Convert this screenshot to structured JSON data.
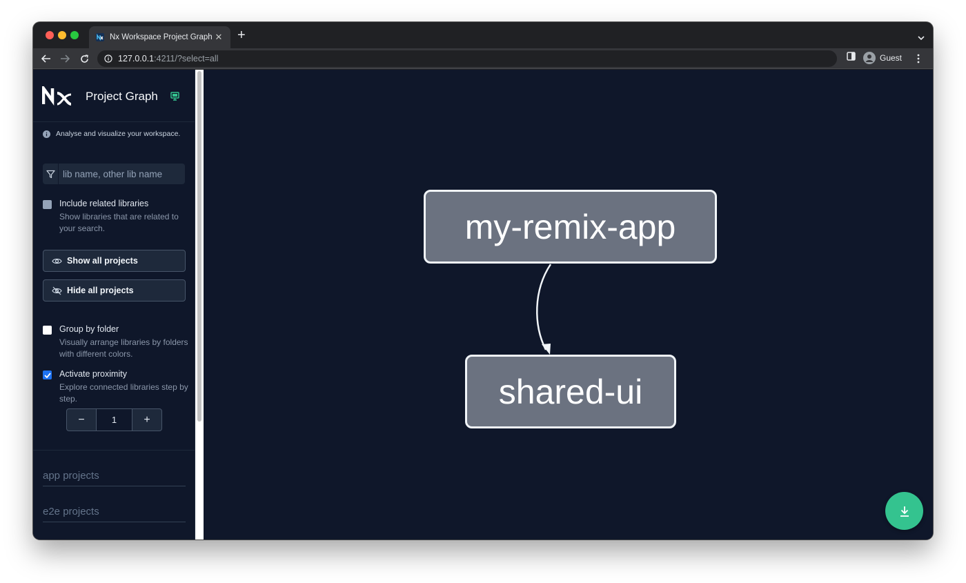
{
  "browser": {
    "tab_title": "Nx Workspace Project Graph",
    "url_host": "127.0.0.1",
    "url_rest": ":4211/?select=all",
    "profile_label": "Guest"
  },
  "sidebar": {
    "title": "Project Graph",
    "info_text": "Analyse and visualize your workspace.",
    "filter_placeholder": "lib name, other lib name",
    "include_related": {
      "label": "Include related libraries",
      "description": "Show libraries that are related to your search.",
      "checked": false
    },
    "show_all_label": "Show all projects",
    "hide_all_label": "Hide all projects",
    "group_by_folder": {
      "label": "Group by folder",
      "description": "Visually arrange libraries by folders with different colors.",
      "checked": false
    },
    "activate_proximity": {
      "label": "Activate proximity",
      "description": "Explore connected libraries step by step.",
      "checked": true
    },
    "proximity": {
      "decrement_label": "−",
      "value": "1",
      "increment_label": "+"
    },
    "sections": [
      "app projects",
      "e2e projects"
    ]
  },
  "graph": {
    "nodes": [
      {
        "id": "app",
        "label": "my-remix-app"
      },
      {
        "id": "lib",
        "label": "shared-ui"
      }
    ],
    "edges": [
      {
        "from": "my-remix-app",
        "to": "shared-ui"
      }
    ]
  },
  "colors": {
    "canvas_bg": "#0f172a",
    "node_fill": "#6b7280",
    "node_border": "#f1f5f9",
    "accent_green": "#34c38f",
    "checkbox_blue": "#1d72f3"
  },
  "icons": {
    "tab_favicon": "nx-favicon-icon",
    "download_button": "download-icon"
  }
}
